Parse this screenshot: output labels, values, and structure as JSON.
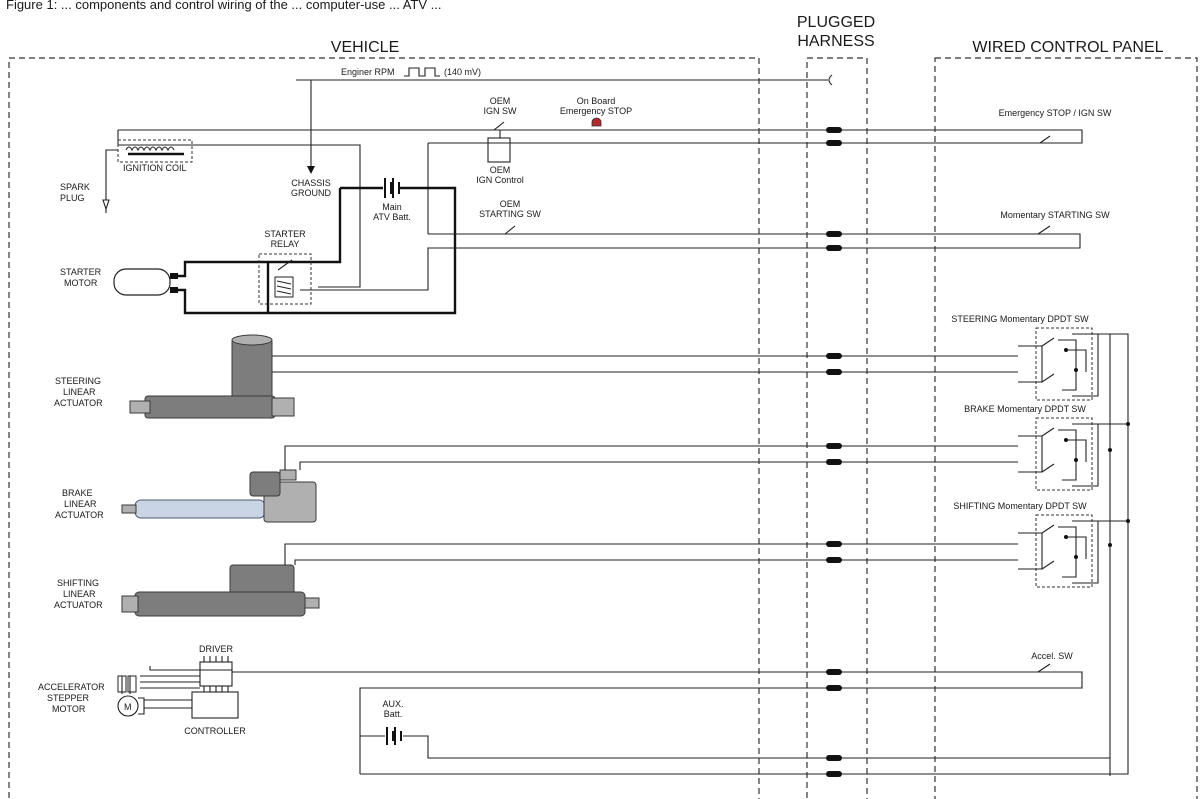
{
  "header_partial": "Figure 1: ... components and control wiring of the ... computer-use ... ATV ... ",
  "sections": {
    "vehicle": "VEHICLE",
    "harness_line1": "PLUGGED",
    "harness_line2": "HARNESS",
    "panel": "WIRED CONTROL PANEL"
  },
  "labels": {
    "rpm": "Enginer RPM",
    "rpm_value": "(140 mV)",
    "oem_ign_sw_1": "OEM",
    "oem_ign_sw_2": "IGN SW",
    "onboard_stop_1": "On Board",
    "onboard_stop_2": "Emergency STOP",
    "ignition_coil": "IGNITION COIL",
    "spark_plug_1": "SPARK",
    "spark_plug_2": "PLUG",
    "chassis_ground_1": "CHASSIS",
    "chassis_ground_2": "GROUND",
    "main_batt_1": "Main",
    "main_batt_2": "ATV Batt.",
    "oem_ign_control_1": "OEM",
    "oem_ign_control_2": "IGN Control",
    "oem_starting_sw_1": "OEM",
    "oem_starting_sw_2": "STARTING SW",
    "starter_relay_1": "STARTER",
    "starter_relay_2": "RELAY",
    "starter_motor_1": "STARTER",
    "starter_motor_2": "MOTOR",
    "emergency_stop_ign_sw": "Emergency STOP / IGN SW",
    "momentary_starting_sw": "Momentary STARTING SW",
    "steering_dpdt": "STEERING Momentary DPDT SW",
    "brake_dpdt": "BRAKE Momentary DPDT SW",
    "shifting_dpdt": "SHIFTING Momentary DPDT SW",
    "steering_act_1": "STEERING",
    "steering_act_2": "LINEAR",
    "steering_act_3": "ACTUATOR",
    "brake_act_1": "BRAKE",
    "brake_act_2": "LINEAR",
    "brake_act_3": "ACTUATOR",
    "shifting_act_1": "SHIFTING",
    "shifting_act_2": "LINEAR",
    "shifting_act_3": "ACTUATOR",
    "driver": "DRIVER",
    "controller": "CONTROLLER",
    "accel_stepper_1": "ACCELERATOR",
    "accel_stepper_2": "STEPPER",
    "accel_stepper_3": "MOTOR",
    "aux_batt_1": "AUX.",
    "aux_batt_2": "Batt.",
    "accel_sw": "Accel. SW",
    "motor_symbol": "M"
  }
}
